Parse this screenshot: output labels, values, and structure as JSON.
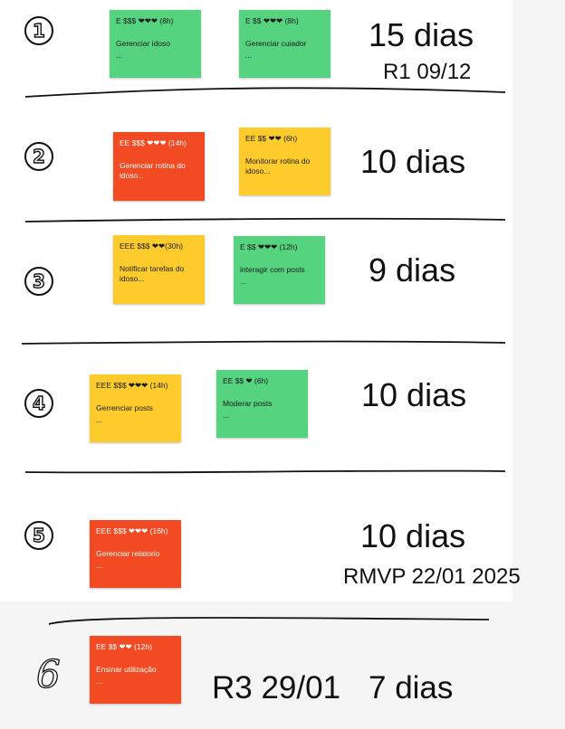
{
  "rows": [
    {
      "number": "1",
      "notes": [
        {
          "header": "E $$$ ❤❤❤ (8h)",
          "title": "Gerenciar idoso",
          "ellipsis": "..."
        },
        {
          "header": "E $$ ❤❤❤ (8h)",
          "title": "Gerenciar cuiador",
          "ellipsis": "..."
        }
      ],
      "days": "15 dias",
      "release": "R1 09/12"
    },
    {
      "number": "2",
      "notes": [
        {
          "header": "EE $$$ ❤❤❤ (14h)",
          "title": "Gerenciar rotina do",
          "title2": "idoso..."
        },
        {
          "header": "EE $$ ❤❤ (6h)",
          "title": "Monitorar rotina do",
          "title2": "idoso..."
        }
      ],
      "days": "10 dias"
    },
    {
      "number": "3",
      "notes": [
        {
          "header": "EEE $$$ ❤❤(30h)",
          "title": "Notificar tarefas do",
          "title2": "idoso..."
        },
        {
          "header": "E $$ ❤❤❤ (12h)",
          "title": "interagir com posts",
          "ellipsis": "..."
        }
      ],
      "days": "9 dias"
    },
    {
      "number": "4",
      "notes": [
        {
          "header": "EEE $$$ ❤❤❤ (14h)",
          "title": "Gerrenciar posts",
          "ellipsis": "..."
        },
        {
          "header": "EE $$ ❤ (6h)",
          "title": "Moderar posts",
          "ellipsis": "..."
        }
      ],
      "days": "10 dias"
    },
    {
      "number": "5",
      "notes": [
        {
          "header": "EEE $$$ ❤❤❤ (16h)",
          "title": "Gerenciar relatorio",
          "ellipsis": "..."
        }
      ],
      "days": "10 dias",
      "release": "RMVP 22/01 2025"
    },
    {
      "number": "6",
      "notes": [
        {
          "header": "EE $$ ❤❤ (12h)",
          "title": "Ensinar utilização",
          "ellipsis": "..."
        }
      ],
      "days": "7 dias",
      "release": "R3 29/01"
    }
  ]
}
